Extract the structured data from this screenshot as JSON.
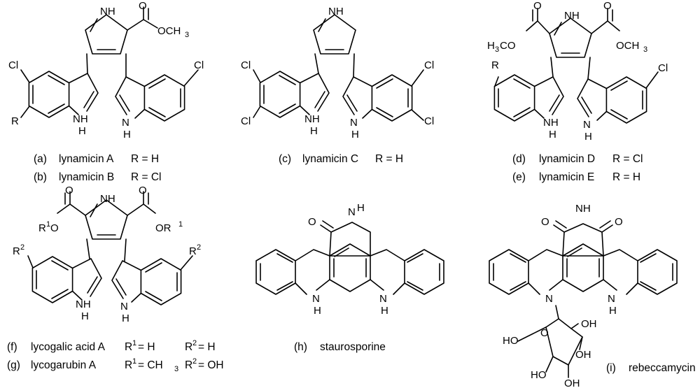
{
  "atoms": {
    "nh": "NH",
    "h": "H",
    "n": "N",
    "o": "O",
    "cl": "Cl",
    "r": "R",
    "och3": "OCH",
    "h3co": "CO",
    "h3c_prefix": "H",
    "three": "3",
    "r1o": "O",
    "or1": "OR",
    "one": "1",
    "two": "2",
    "ho": "HO",
    "oh": "OH"
  },
  "compounds": {
    "a": {
      "tag": "(a)",
      "name": "lynamicin A",
      "r": "R = H"
    },
    "b": {
      "tag": "(b)",
      "name": "lynamicin B",
      "r": "R = Cl"
    },
    "c": {
      "tag": "(c)",
      "name": "lynamicin C",
      "r": "R = H"
    },
    "d": {
      "tag": "(d)",
      "name": "lynamicin D",
      "r": "R = Cl"
    },
    "e": {
      "tag": "(e)",
      "name": "lynamicin E",
      "r": "R = H"
    },
    "f": {
      "tag": "(f)",
      "name": "lycogalic acid A",
      "r1": "= H",
      "r2": "= H"
    },
    "g": {
      "tag": "(g)",
      "name": "lycogarubin A",
      "r1": "= CH",
      "r2": "= OH"
    },
    "h": {
      "tag": "(h)",
      "name": "staurosporine"
    },
    "i": {
      "tag": "(i)",
      "name": "rebeccamycin"
    }
  }
}
